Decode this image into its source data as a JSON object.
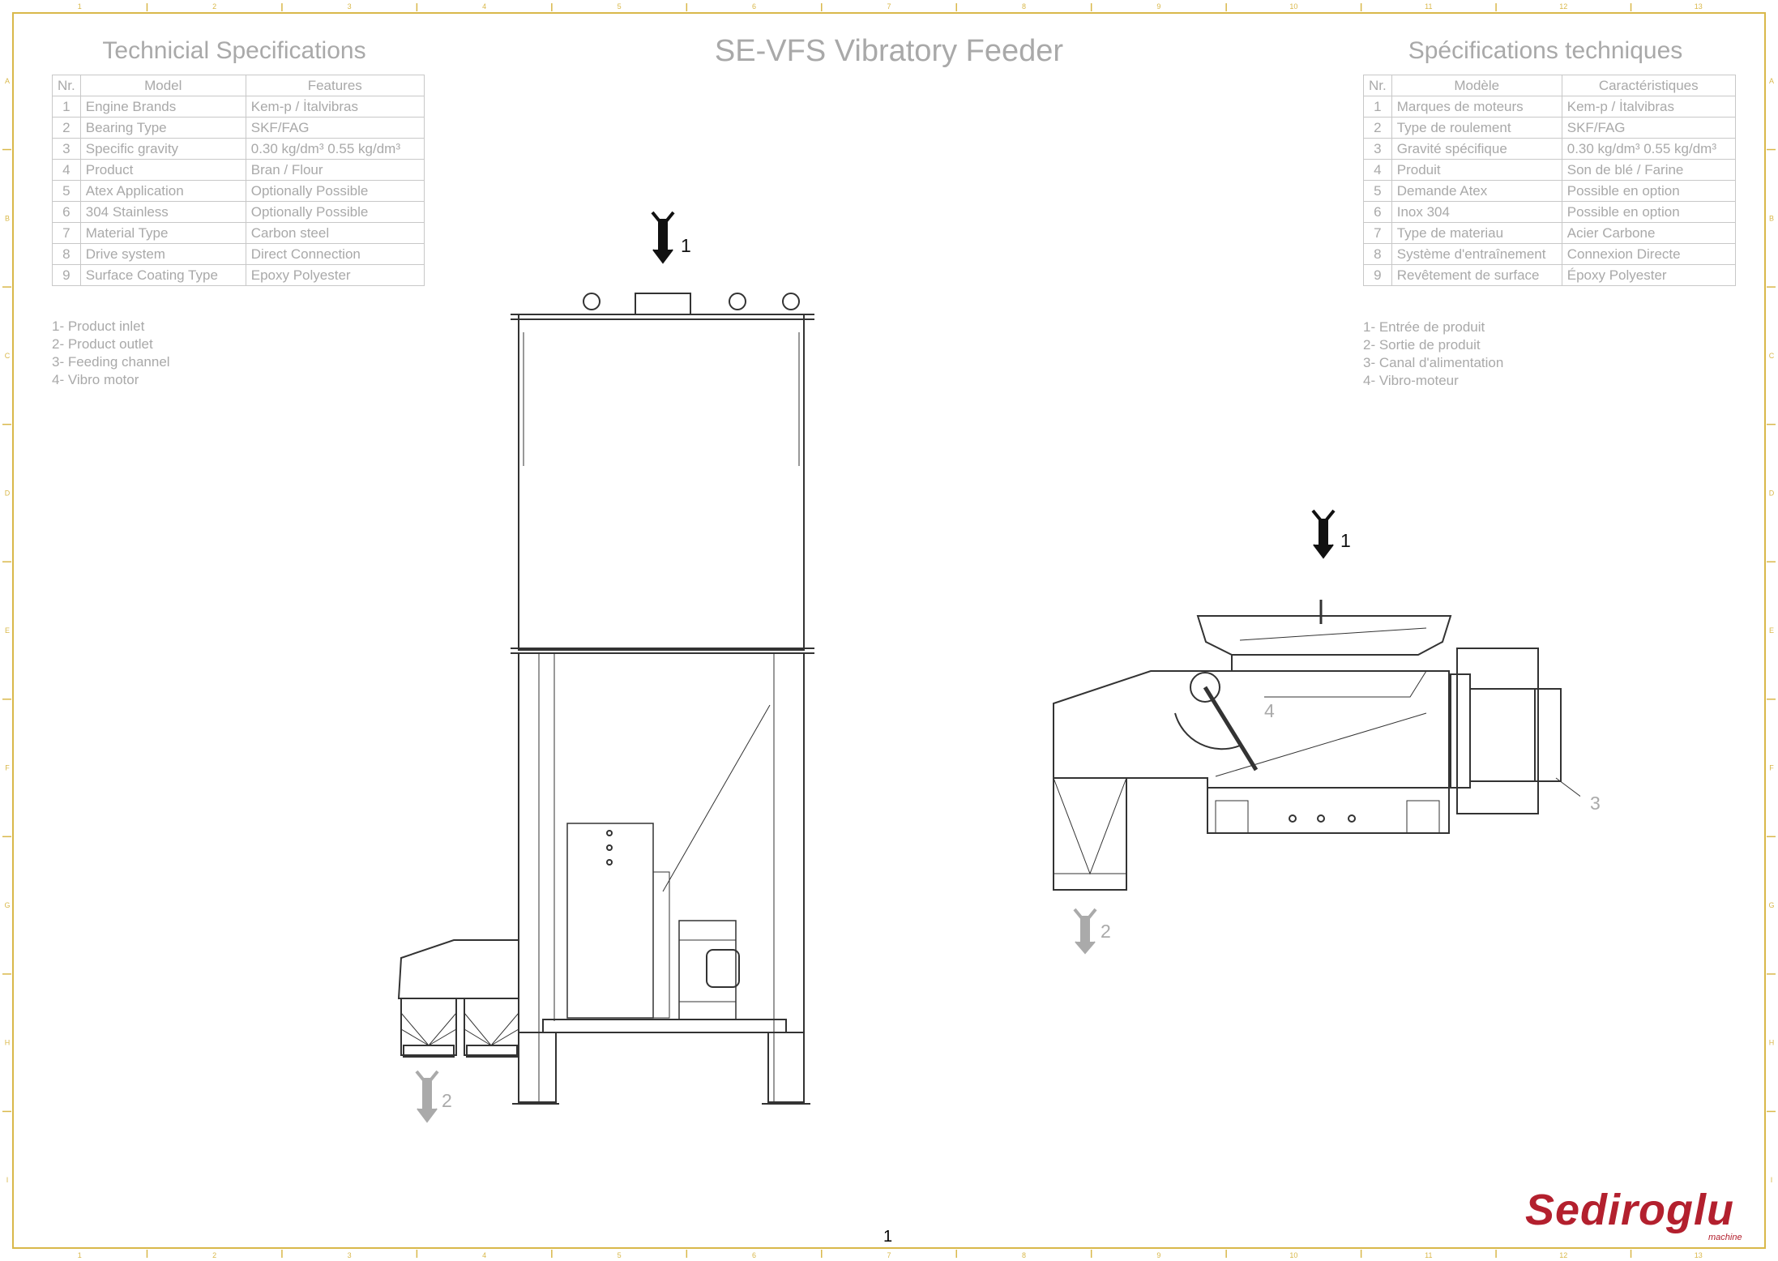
{
  "title": "SE-VFS Vibratory Feeder",
  "spec_en": {
    "heading": "Technicial Specifications",
    "headers": [
      "Nr.",
      "Model",
      "Features"
    ],
    "rows": [
      [
        "1",
        "Engine Brands",
        "Kem-p / İtalvibras"
      ],
      [
        "2",
        "Bearing Type",
        "SKF/FAG"
      ],
      [
        "3",
        "Specific gravity",
        "0.30 kg/dm³  0.55 kg/dm³"
      ],
      [
        "4",
        "Product",
        "Bran / Flour"
      ],
      [
        "5",
        "Atex Application",
        "Optionally Possible"
      ],
      [
        "6",
        "304 Stainless",
        "Optionally Possible"
      ],
      [
        "7",
        "Material Type",
        "Carbon steel"
      ],
      [
        "8",
        "Drive system",
        "Direct Connection"
      ],
      [
        "9",
        "Surface Coating Type",
        "Epoxy Polyester"
      ]
    ]
  },
  "spec_fr": {
    "heading": "Spécifications techniques",
    "headers": [
      "Nr.",
      "Modèle",
      "Caractéristiques"
    ],
    "rows": [
      [
        "1",
        "Marques de moteurs",
        "Kem-p / İtalvibras"
      ],
      [
        "2",
        "Type de roulement",
        "SKF/FAG"
      ],
      [
        "3",
        "Gravité spécifique",
        "0.30 kg/dm³  0.55 kg/dm³"
      ],
      [
        "4",
        "Produit",
        "Son de blé / Farine"
      ],
      [
        "5",
        "Demande Atex",
        "Possible en option"
      ],
      [
        "6",
        "Inox 304",
        "Possible en option"
      ],
      [
        "7",
        "Type de materiau",
        "Acier Carbone"
      ],
      [
        "8",
        "Système d'entraînement",
        "Connexion Directe"
      ],
      [
        "9",
        "Revêtement de surface",
        "Époxy Polyester"
      ]
    ]
  },
  "legend_en": [
    "1- Product inlet",
    "2- Product outlet",
    "3- Feeding channel",
    "4- Vibro motor"
  ],
  "legend_fr": [
    "1- Entrée de produit",
    "2- Sortie de produit",
    "3- Canal d'alimentation",
    "4- Vibro-moteur"
  ],
  "callouts": {
    "left_inlet": "1",
    "left_outlet": "2",
    "right_inlet": "1",
    "right_outlet": "2",
    "right_channel": "3",
    "right_motor": "4"
  },
  "page_number": "1",
  "logo": {
    "text": "Sediroglu",
    "sub": "machine",
    "color": "#b3202e"
  },
  "frame_color": "#d9b84a",
  "frame_top_numbers": [
    "1",
    "2",
    "3",
    "4",
    "5",
    "6",
    "7",
    "8",
    "9",
    "10",
    "11",
    "12",
    "13"
  ],
  "frame_side_letters": [
    "A",
    "B",
    "C",
    "D",
    "E",
    "F",
    "G",
    "H",
    "I"
  ]
}
